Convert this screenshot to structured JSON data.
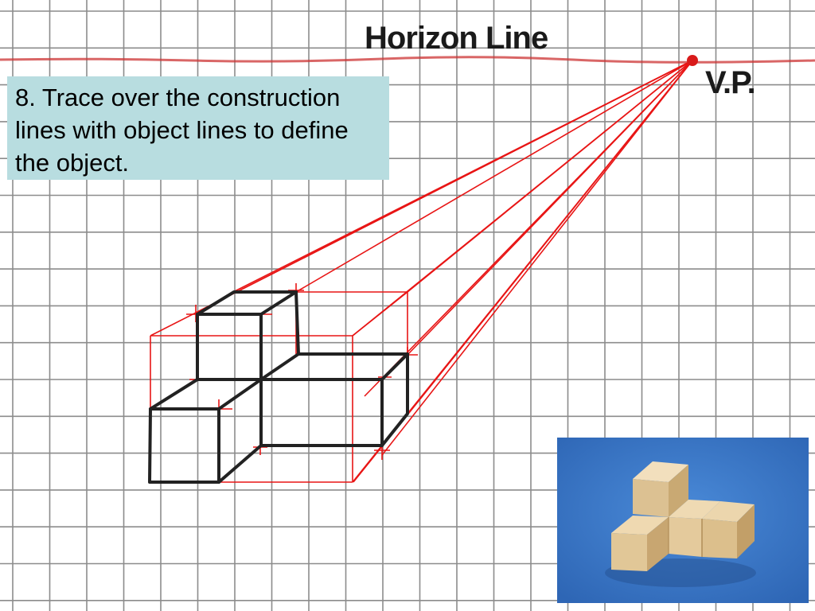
{
  "labels": {
    "horizon_line": "Horizon Line",
    "vanishing_point": "V.P."
  },
  "instruction": {
    "step_text": "8. Trace over the construction lines with object lines to define the object."
  },
  "colors": {
    "grid": "#8c8c8c",
    "horizon": "#cc3333",
    "construction": "#e81515",
    "object_line": "#222222",
    "text_box": "#b8dde0",
    "photo_background": "#3a78c8",
    "block_wood": "#e2c79a"
  },
  "photo": {
    "subject": "wooden-block-model",
    "blocks": 5
  }
}
